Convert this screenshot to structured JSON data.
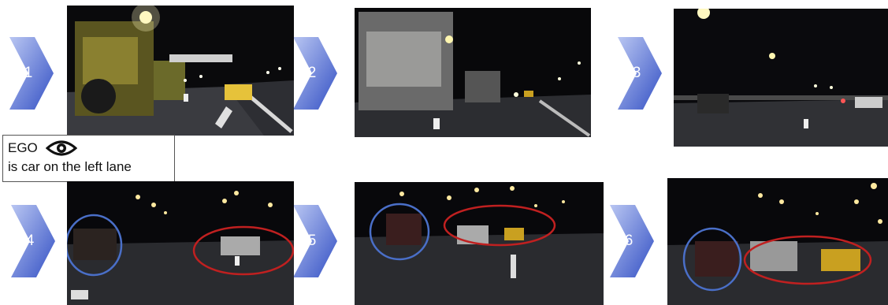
{
  "steps": [
    "1",
    "2",
    "3",
    "4",
    "5",
    "6"
  ],
  "caption": {
    "title": "EGO",
    "subtitle": "is car on the left lane",
    "icon": "eye-icon"
  },
  "colors": {
    "chevron_light": "#a9b8ee",
    "chevron_dark": "#3a55c8",
    "ego_circle": "#4a6fc8",
    "target_circle": "#c02020"
  }
}
